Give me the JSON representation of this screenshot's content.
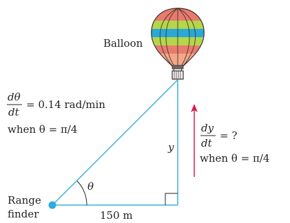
{
  "balloon_label": "Balloon",
  "finder_label_line1": "Range",
  "finder_label_line2": "finder",
  "base_label": "150 m",
  "height_label": "y",
  "angle_label": "θ",
  "rate_theta": {
    "numerator": "dθ",
    "denominator": "dt",
    "value": "= 0.14  rad/min",
    "condition": "when θ  = π/4"
  },
  "rate_y": {
    "numerator": "dy",
    "denominator": "dt",
    "value": "= ?",
    "condition": "when θ  = π/4"
  },
  "colors": {
    "line": "#3ab0dc",
    "arrow": "#d81c4a",
    "dot": "#2eaae1",
    "text": "#231f20"
  }
}
